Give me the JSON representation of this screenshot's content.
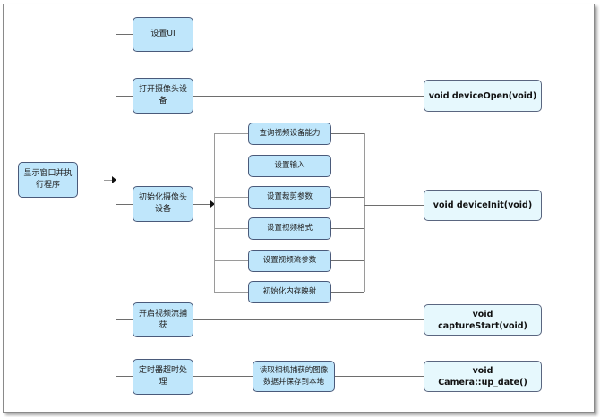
{
  "diagram": {
    "root": {
      "label": "显示窗口并执行程序"
    },
    "steps": [
      {
        "label": "设置UI"
      },
      {
        "label": "打开摄像头设备"
      },
      {
        "label": "初始化摄像头设备"
      },
      {
        "label": "开启视频流捕获"
      },
      {
        "label": "定时器超时处理"
      }
    ],
    "init_substeps": [
      {
        "label": "查询视频设备能力"
      },
      {
        "label": "设置输入"
      },
      {
        "label": "设置裁剪参数"
      },
      {
        "label": "设置视频格式"
      },
      {
        "label": "设置视频流参数"
      },
      {
        "label": "初始化内存映射"
      }
    ],
    "timer_substep": {
      "label": "读取相机捕获的图像数据并保存到本地"
    },
    "functions": [
      {
        "label": "void deviceOpen(void)"
      },
      {
        "label": "void deviceInit(void)"
      },
      {
        "label": "void captureStart(void)"
      },
      {
        "label": "void Camera::up_date()"
      }
    ],
    "colors": {
      "node_fill": "#bfe6fb",
      "function_fill": "#e6f8fd",
      "node_border": "#4a5a7a",
      "connector": "#6e6e6e"
    }
  }
}
